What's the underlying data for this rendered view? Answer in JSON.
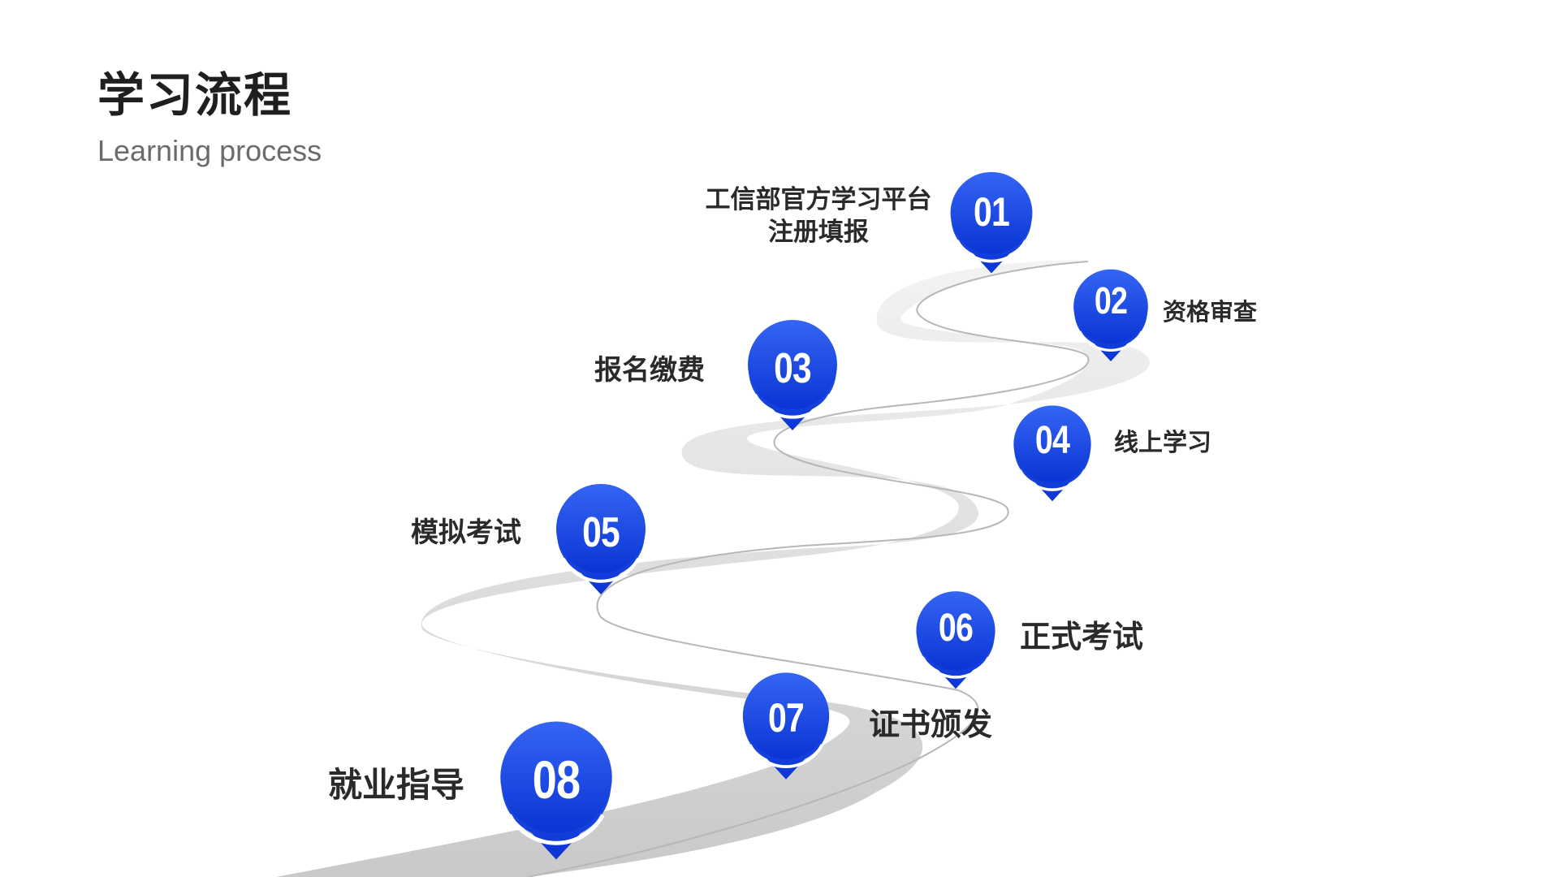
{
  "header": {
    "title": "学习流程",
    "subtitle": "Learning process"
  },
  "colors": {
    "pin_top": "#2f5ef0",
    "pin_bottom": "#0b37d6",
    "road": "#d6d6d6",
    "road_line": "#b9b9b9",
    "text": "#2a2a2a"
  },
  "steps": [
    {
      "number": "01",
      "label_line1": "工信部官方学习平台",
      "label_line2": "注册填报"
    },
    {
      "number": "02",
      "label": "资格审查"
    },
    {
      "number": "03",
      "label": "报名缴费"
    },
    {
      "number": "04",
      "label": "线上学习"
    },
    {
      "number": "05",
      "label": "模拟考试"
    },
    {
      "number": "06",
      "label": "正式考试"
    },
    {
      "number": "07",
      "label": "证书颁发"
    },
    {
      "number": "08",
      "label": "就业指导"
    }
  ]
}
